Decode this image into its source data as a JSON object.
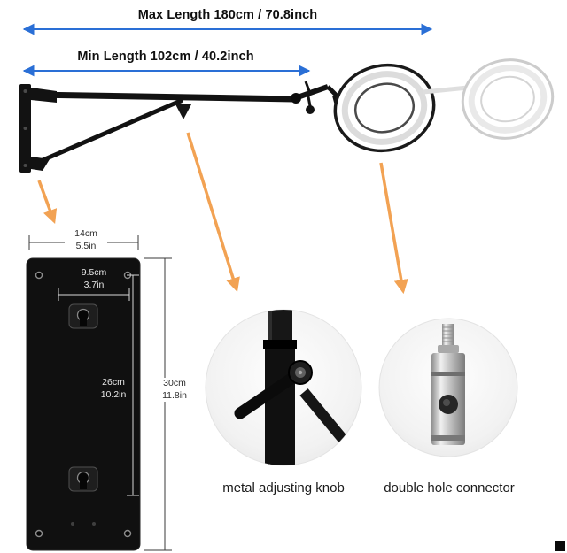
{
  "figure": {
    "background": "#ffffff"
  },
  "dimensions_top": {
    "max_length": "Max Length 180cm / 70.8inch",
    "min_length": "Min Length 102cm / 40.2inch"
  },
  "mounting_plate": {
    "width_cm": "14cm",
    "width_in": "5.5in",
    "hole_spacing_cm": "9.5cm",
    "hole_spacing_in": "3.7in",
    "inner_height_cm": "26cm",
    "inner_height_in": "10.2in",
    "total_height_cm": "30cm",
    "total_height_in": "11.8in"
  },
  "callouts": {
    "adjusting_knob": "metal adjusting knob",
    "double_hole_connector": "double hole connector"
  },
  "colors": {
    "dimension_arrow_blue": "#2a6fd6",
    "callout_arrow_orange": "#f2a253",
    "product_black": "#121212",
    "caption_text": "#1b1b1b"
  }
}
